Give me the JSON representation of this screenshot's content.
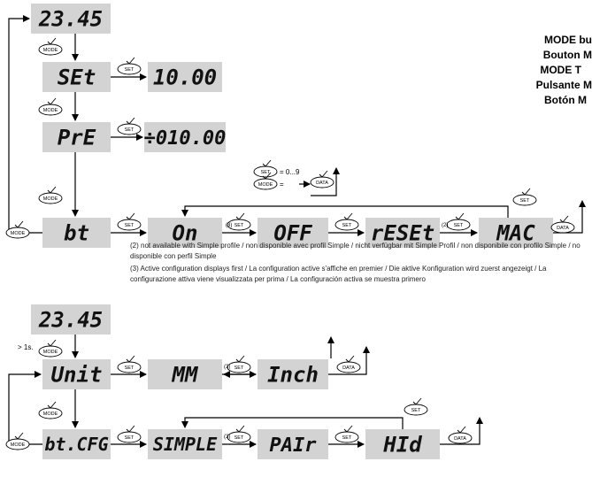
{
  "titles": [
    "MODE bu",
    "Bouton M",
    "MODE T",
    "Pulsante M",
    "Botón M"
  ],
  "displays": {
    "top1": "23.45",
    "set": "SEt",
    "set_val": "10.00",
    "pre": "PrE",
    "pre_val": "÷010.00",
    "bt": "bt",
    "on": "On",
    "off": "OFF",
    "reset": "rESEt",
    "mac": "MAC",
    "top2": "23.45",
    "unit": "Unit",
    "mm": "MM",
    "inch": "Inch",
    "btcfg": "bt.CFG",
    "simple": "SIMPLE",
    "pair": "PAIr",
    "hid": "HId"
  },
  "buttons": {
    "mode": "MODE",
    "set": "SET",
    "data": "DATA"
  },
  "legend": {
    "range": "= 0...9",
    "arrow": "= →"
  },
  "hold_label": "> 1s.",
  "superscripts": {
    "note2": "(2)",
    "note3": "(3)"
  },
  "notes": {
    "note2": "(2) not available with Simple profile / non disponible avec profil Simple / nicht verfügbar mit Simple Profil / non disponibile con profilo Simple / no disponible con perfil Simple",
    "note3": "(3) Active configuration displays first / La configuration active s'affiche en premier / Die aktive Konfiguration wird zuerst angezeigt / La configurazione attiva viene visualizzata per prima / La configuración activa se muestra primero"
  }
}
